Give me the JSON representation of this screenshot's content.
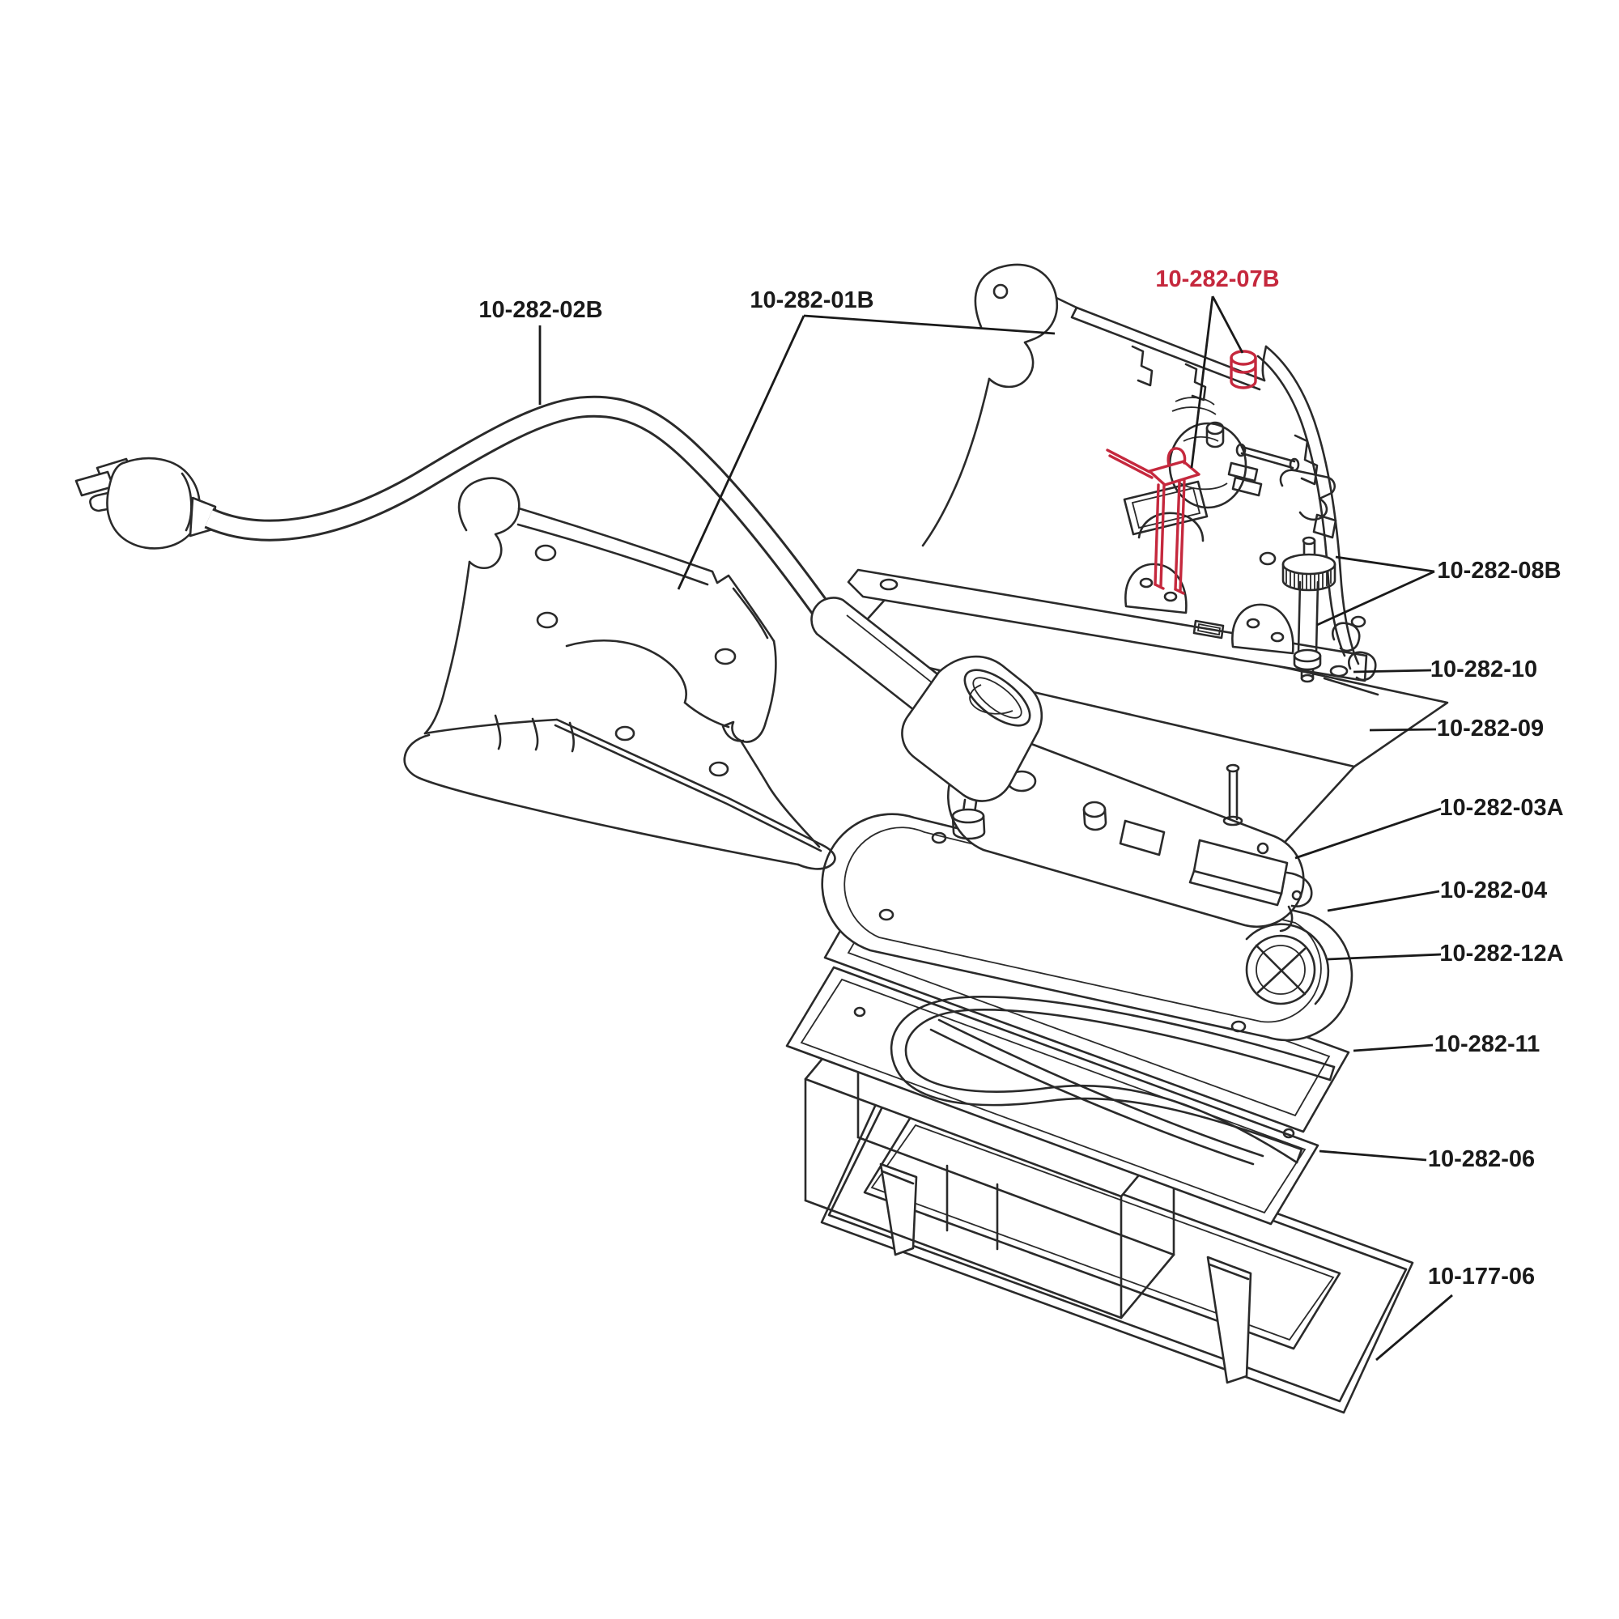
{
  "diagram": {
    "kind": "exploded-parts-diagram",
    "line_color": "#2a2a2a",
    "label_color": "#1a1a1a",
    "highlight_color": "#c5283d",
    "labels": [
      {
        "id": "cord",
        "text": "10-282-02B",
        "highlighted": false
      },
      {
        "id": "housing",
        "text": "10-282-01B",
        "highlighted": false
      },
      {
        "id": "indicator-parts",
        "text": "10-282-07B",
        "highlighted": true
      },
      {
        "id": "thumb-screw",
        "text": "10-282-08B",
        "highlighted": false
      },
      {
        "id": "mounting-bar",
        "text": "10-282-10",
        "highlighted": false
      },
      {
        "id": "wedge-plate",
        "text": "10-282-09",
        "highlighted": false
      },
      {
        "id": "top-plate",
        "text": "10-282-03A",
        "highlighted": false
      },
      {
        "id": "base-plate",
        "text": "10-282-04",
        "highlighted": false
      },
      {
        "id": "heating-element",
        "text": "10-282-12A",
        "highlighted": false
      },
      {
        "id": "gasket-frame",
        "text": "10-282-11",
        "highlighted": false
      },
      {
        "id": "element-plate",
        "text": "10-282-06",
        "highlighted": false
      },
      {
        "id": "bottom-housing",
        "text": "10-177-06",
        "highlighted": false
      }
    ]
  }
}
